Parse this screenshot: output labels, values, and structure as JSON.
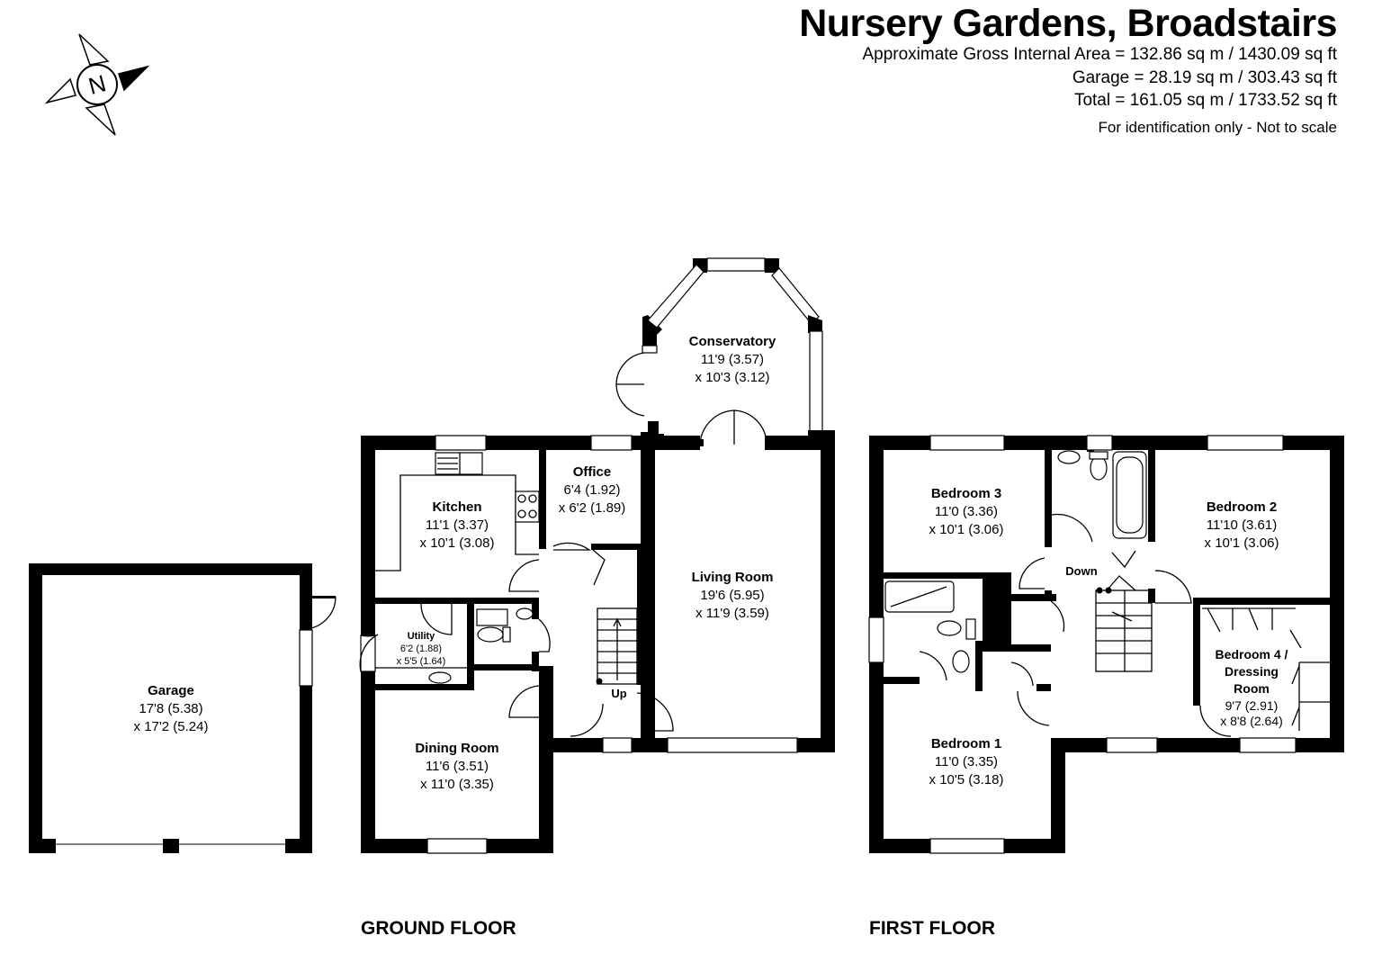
{
  "header": {
    "title": "Nursery Gardens, Broadstairs",
    "area_line": "Approximate Gross Internal Area = 132.86 sq m / 1430.09 sq ft",
    "garage_line": "Garage = 28.19 sq m / 303.43 sq ft",
    "total_line": "Total = 161.05 sq m / 1733.52 sq ft",
    "note": "For identification only - Not to scale"
  },
  "compass": {
    "letter": "N",
    "icon": "compass-rose-icon"
  },
  "floors": {
    "ground": "GROUND FLOOR",
    "first": "FIRST FLOOR"
  },
  "rooms": {
    "garage": {
      "name": "Garage",
      "dim1": "17'8 (5.38)",
      "dim2": "x 17'2 (5.24)"
    },
    "kitchen": {
      "name": "Kitchen",
      "dim1": "11'1 (3.37)",
      "dim2": "x 10'1 (3.08)"
    },
    "office": {
      "name": "Office",
      "dim1": "6'4 (1.92)",
      "dim2": "x 6'2 (1.89)"
    },
    "conservatory": {
      "name": "Conservatory",
      "dim1": "11'9 (3.57)",
      "dim2": "x 10'3 (3.12)"
    },
    "living": {
      "name": "Living Room",
      "dim1": "19'6 (5.95)",
      "dim2": "x 11'9 (3.59)"
    },
    "utility": {
      "name": "Utility",
      "dim1": "6'2 (1.88)",
      "dim2": "x 5'5 (1.64)"
    },
    "dining": {
      "name": "Dining Room",
      "dim1": "11'6 (3.51)",
      "dim2": "x 11'0 (3.35)"
    },
    "bedroom3": {
      "name": "Bedroom 3",
      "dim1": "11'0 (3.36)",
      "dim2": "x 10'1 (3.06)"
    },
    "bedroom2": {
      "name": "Bedroom 2",
      "dim1": "11'10 (3.61)",
      "dim2": "x 10'1 (3.06)"
    },
    "bedroom4": {
      "name1": "Bedroom 4 /",
      "name2": "Dressing",
      "name3": "Room",
      "dim1": "9'7 (2.91)",
      "dim2": "x 8'8 (2.64)"
    },
    "bedroom1": {
      "name": "Bedroom 1",
      "dim1": "11'0 (3.35)",
      "dim2": "x 10'5 (3.18)"
    }
  },
  "stairs": {
    "up": "Up",
    "down": "Down"
  }
}
